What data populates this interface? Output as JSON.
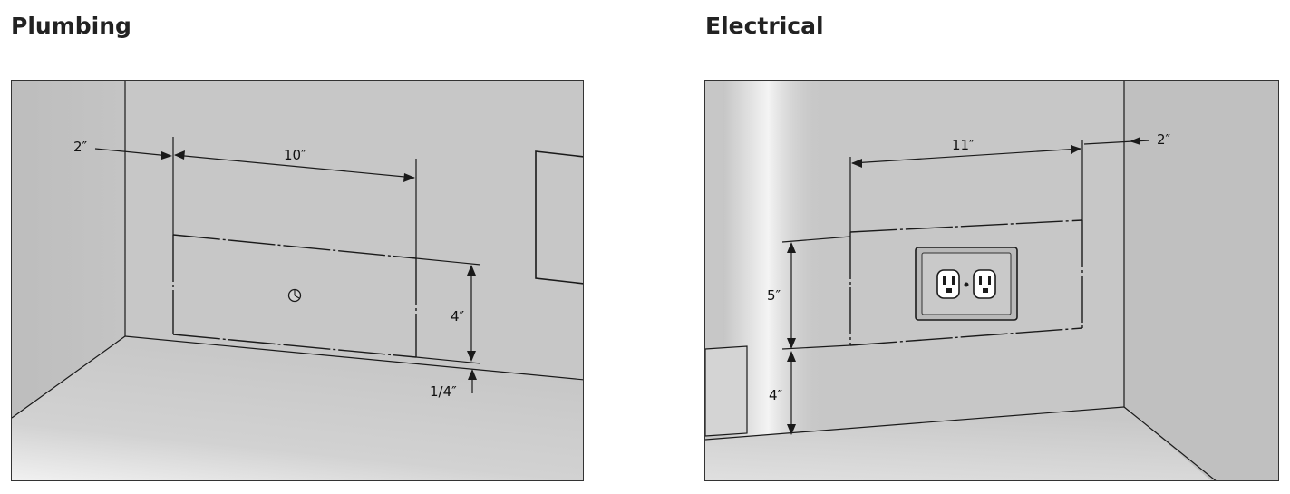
{
  "plumbing": {
    "title": "Plumbing",
    "dimensions": {
      "side_offset": "2″",
      "width": "10″",
      "height": "4″",
      "floor_gap": "1/4″"
    }
  },
  "electrical": {
    "title": "Electrical",
    "dimensions": {
      "width": "11″",
      "side_offset": "2″",
      "height": "5″",
      "floor_gap": "4″"
    }
  },
  "colors": {
    "wall": "#c7c7c7",
    "floor": "#c9c9c9",
    "line": "#1a1a1a",
    "outlet_plate": "#b9b9b9"
  }
}
